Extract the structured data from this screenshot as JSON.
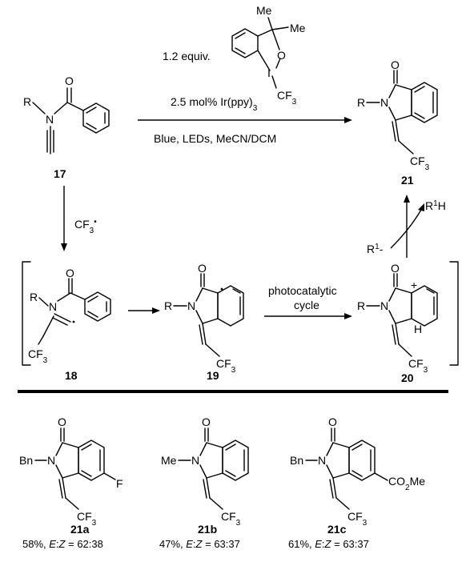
{
  "reaction": {
    "reagent": "1.2 equiv.",
    "reagent_substituents": [
      "Me",
      "Me",
      "O",
      "I",
      "CF3"
    ],
    "catalyst": "2.5 mol% Ir(ppy)3",
    "conditions": "Blue, LEDs, MeCN/DCM"
  },
  "compounds": {
    "c17": "17",
    "c18": "18",
    "c19": "19",
    "c20": "20",
    "c21": "21"
  },
  "atoms": {
    "R": "R",
    "N": "N",
    "O": "O",
    "CF3": "CF3",
    "H": "H",
    "R1H": "R1H",
    "R1minus": "R1-",
    "CF3_radical": "CF3•"
  },
  "steps": {
    "radical_addition": "CF3•",
    "photocatalytic": [
      "photocatalytic",
      "cycle"
    ]
  },
  "products": [
    {
      "id": "21a",
      "substituent_N": "Bn",
      "ring_substituent": "F",
      "yield": "58%, E:Z = 62:38"
    },
    {
      "id": "21b",
      "substituent_N": "Me",
      "ring_substituent": "",
      "yield": "47%, E:Z = 63:37"
    },
    {
      "id": "21c",
      "substituent_N": "Bn",
      "ring_substituent": "CO2Me",
      "yield": "61%, E:Z = 63:37"
    }
  ]
}
